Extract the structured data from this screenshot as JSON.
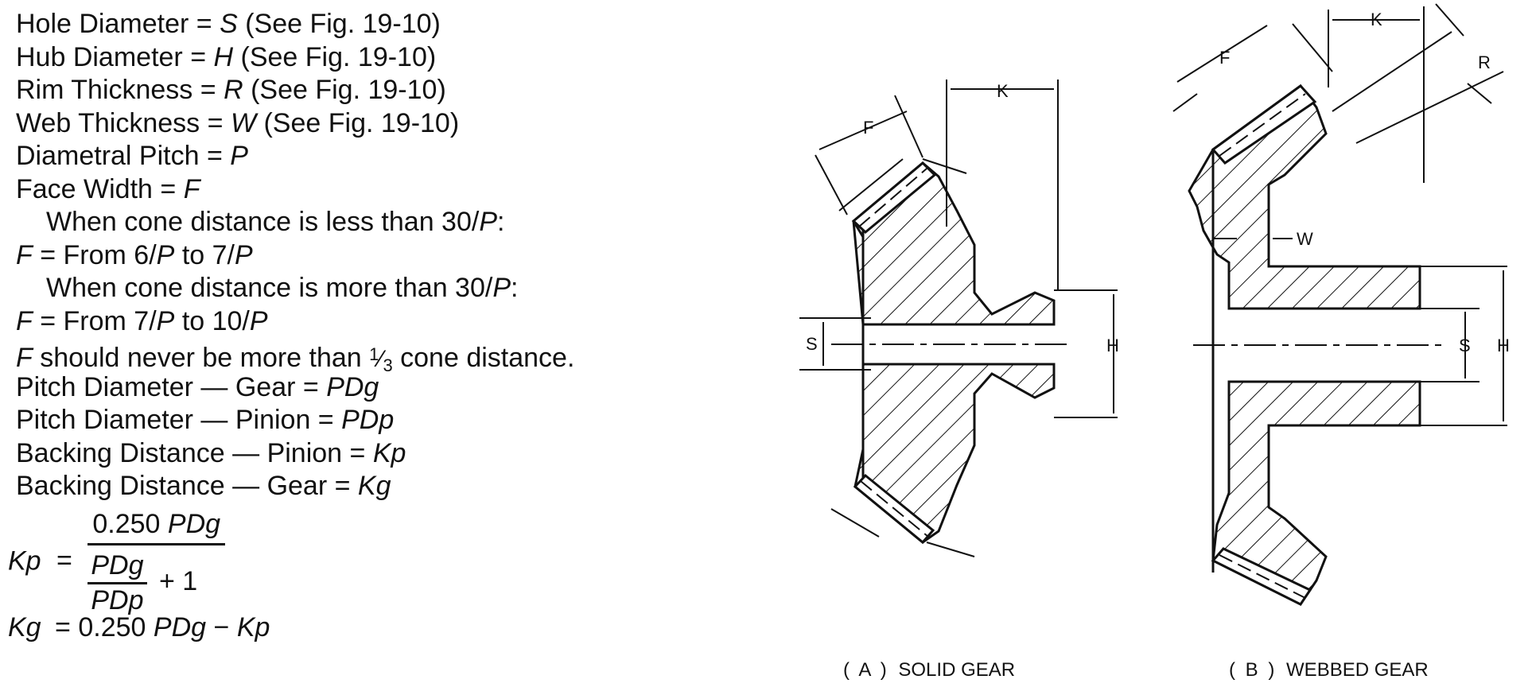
{
  "formulas": {
    "hole": {
      "label": "Hole Diameter =",
      "sym": "S",
      "ref": "(See Fig. 19-10)"
    },
    "hub": {
      "label": "Hub Diameter =",
      "sym": "H",
      "ref": "(See Fig. 19-10)"
    },
    "rim": {
      "label": "Rim Thickness =",
      "sym": "R",
      "ref": "(See Fig. 19-10)"
    },
    "web": {
      "label": "Web Thickness =",
      "sym": "W",
      "ref": "(See Fig. 19-10)"
    },
    "pitch": {
      "label": "Diametral Pitch =",
      "sym": "P"
    },
    "face": {
      "label": "Face Width =",
      "sym": "F"
    },
    "less_cond": {
      "text": "When cone distance is less than 30/",
      "sym": "P",
      "tail": ":"
    },
    "less_val": {
      "sym": "F",
      "text": "= From 6/",
      "p1": "P",
      "mid": "to 7/",
      "p2": "P"
    },
    "more_cond": {
      "text": "When cone distance is more than 30/",
      "sym": "P",
      "tail": ":"
    },
    "more_val": {
      "sym": "F",
      "text": "= From 7/",
      "p1": "P",
      "mid": "to 10/",
      "p2": "P"
    },
    "never": {
      "sym": "F",
      "text": "should never be more than",
      "one": "1",
      "three": "3",
      "tail": "cone distance."
    },
    "pdg": {
      "label": "Pitch Diameter — Gear =",
      "sym": "PDg"
    },
    "pdp": {
      "label": "Pitch Diameter — Pinion =",
      "sym": "PDp"
    },
    "kp_def": {
      "label": "Backing Distance — Pinion =",
      "sym": "Kp"
    },
    "kg_def": {
      "label": "Backing Distance — Gear =",
      "sym": "Kg"
    },
    "kp_eq": {
      "lhs": "Kp",
      "eq": "=",
      "num_const": "0.250",
      "num_sym": "PDg",
      "den_num": "PDg",
      "den_den": "PDp",
      "plus": "+ 1"
    },
    "kg_eq": {
      "lhs": "Kg",
      "eq": "=",
      "const": "0.250",
      "sym": "PDg",
      "minus": "−",
      "sym2": "Kp"
    }
  },
  "figure": {
    "a": {
      "caption_open": "(",
      "caption_letter": "A",
      "caption_close": ")",
      "caption_text": "SOLID GEAR",
      "labels": {
        "F": "F",
        "K": "K",
        "S": "S",
        "H": "H"
      }
    },
    "b": {
      "caption_open": "(",
      "caption_letter": "B",
      "caption_close": ")",
      "caption_text": "WEBBED GEAR",
      "labels": {
        "F": "F",
        "K": "K",
        "R": "R",
        "W": "W",
        "S": "S",
        "H": "H"
      }
    }
  }
}
